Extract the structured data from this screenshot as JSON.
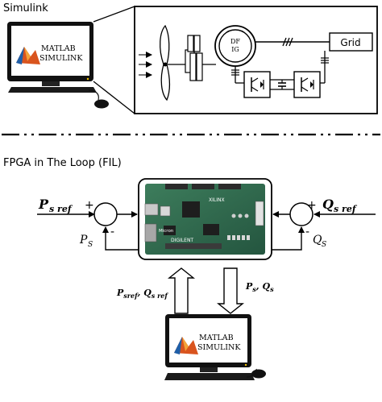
{
  "sections": {
    "top_title": "Simulink",
    "bottom_title": "FPGA in The Loop (FIL)"
  },
  "computer_label": {
    "line1": "MATLAB",
    "line2": "SIMULINK"
  },
  "wind_system": {
    "generator_line1": "DF",
    "generator_line2": "IG",
    "grid_label": "Grid"
  },
  "control": {
    "left_ref_main": "P",
    "left_ref_sub": "s ref",
    "left_feedback_main": "P",
    "left_feedback_sub": "S",
    "right_ref_main": "Q",
    "right_ref_sub": "s ref",
    "right_feedback_main": "Q",
    "right_feedback_sub": "S",
    "plus": "+",
    "minus": "-"
  },
  "fpga_board": {
    "brand_xilinx": "XILINX",
    "brand_digilent": "DIGILENT",
    "brand_micron": "Micron"
  },
  "arrows": {
    "up_label_p": "P",
    "up_label_p_sub": "sref",
    "up_label_sep": ", ",
    "up_label_q": "Q",
    "up_label_q_sub": "s ref",
    "down_label_p": "P",
    "down_label_p_sub": "s",
    "down_label_sep": ", ",
    "down_label_q": "Q",
    "down_label_q_sub": "s"
  },
  "colors": {
    "board_green": "#2f6b4f",
    "screen_orange": "#d9541e",
    "monitor_black": "#111111"
  }
}
